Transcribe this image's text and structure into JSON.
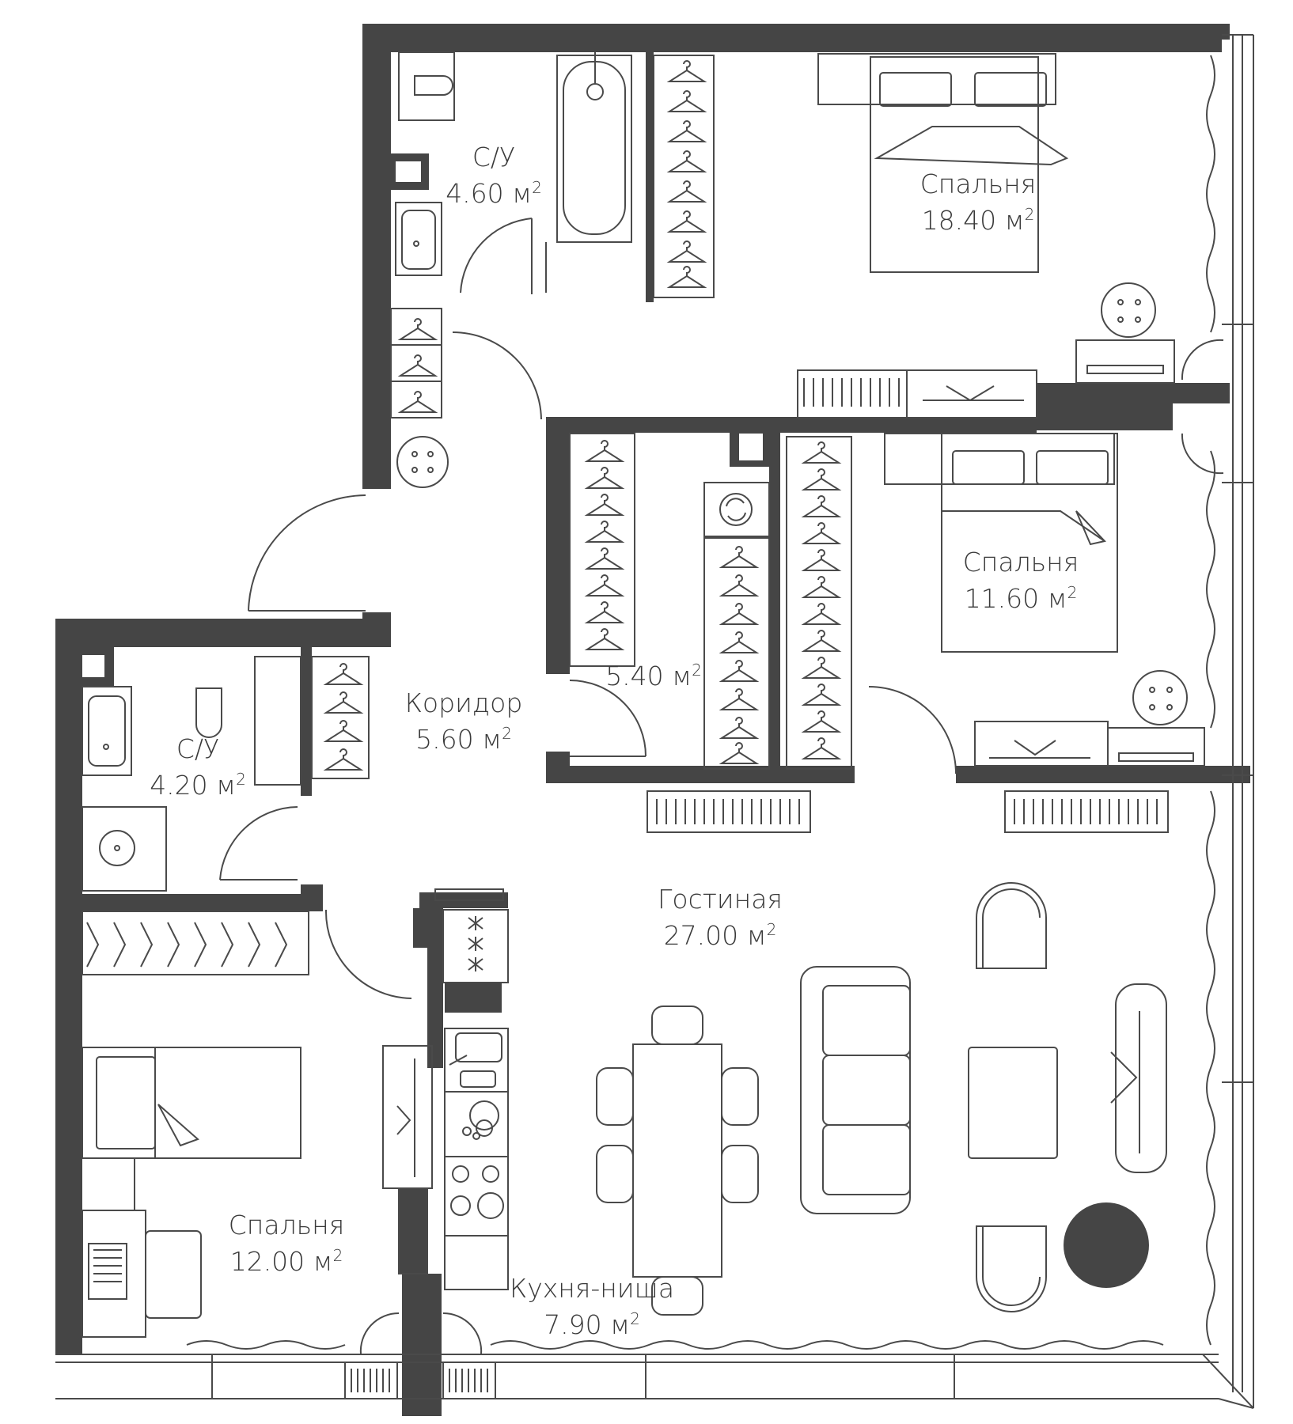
{
  "title": "",
  "colors": {
    "wall": "#454545",
    "line": "#4a4a4a",
    "background": "#ffffff"
  },
  "unit": "м",
  "unit_power": "2",
  "rooms": [
    {
      "id": "bath1",
      "name": "С/У",
      "area": "4.60"
    },
    {
      "id": "bedroom1",
      "name": "Спальня",
      "area": "18.40"
    },
    {
      "id": "bedroom2",
      "name": "Спальня",
      "area": "11.60"
    },
    {
      "id": "wardrobe",
      "name": "",
      "area": "5.40"
    },
    {
      "id": "corridor",
      "name": "Коридор",
      "area": "5.60"
    },
    {
      "id": "bath2",
      "name": "С/У",
      "area": "4.20"
    },
    {
      "id": "living",
      "name": "Гостиная",
      "area": "27.00"
    },
    {
      "id": "bedroom3",
      "name": "Спальня",
      "area": "12.00"
    },
    {
      "id": "kitchen",
      "name": "Кухня-ниша",
      "area": "7.90"
    }
  ]
}
